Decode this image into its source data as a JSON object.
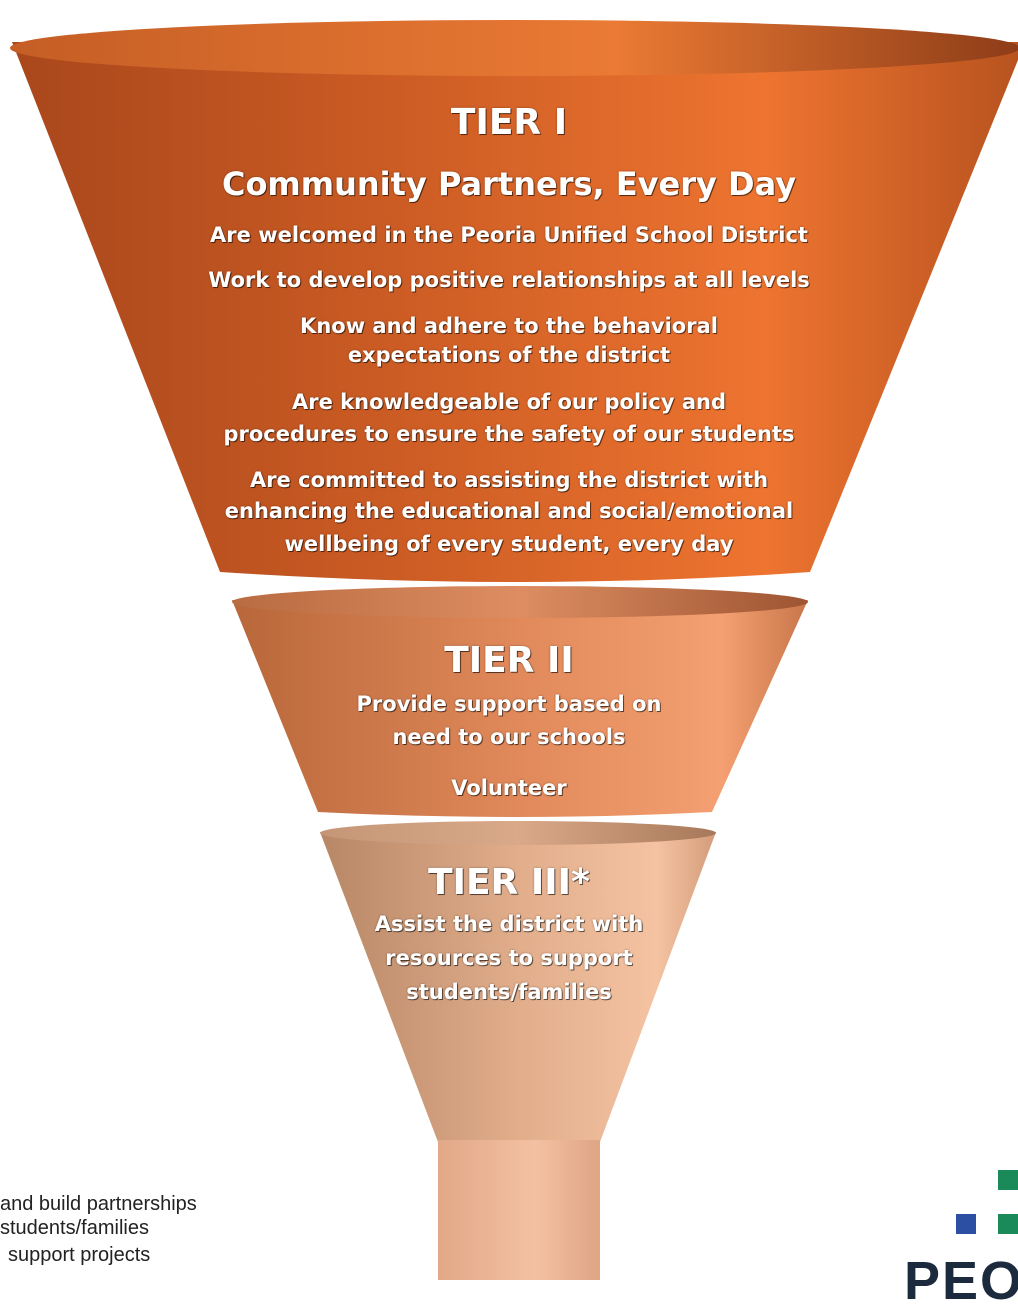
{
  "tier1": {
    "title": "TIER I",
    "subtitle": "Community Partners, Every Day",
    "items": [
      "Are welcomed in the Peoria Unified School District",
      "Work to develop positive relationships at all levels",
      "Know and adhere to the behavioral",
      "expectations of the district",
      "Are knowledgeable of our policy and",
      "procedures to ensure the safety of our students",
      "Are committed to assisting the district with",
      "enhancing the educational and social/emotional",
      "wellbeing of every student, every day"
    ]
  },
  "tier2": {
    "title": "TIER II",
    "items": [
      "Provide support based on",
      "need to our schools",
      "Volunteer"
    ]
  },
  "tier3": {
    "title": "TIER III*",
    "items": [
      "Assist the district with",
      "resources to support",
      "students/families"
    ]
  },
  "footnote": {
    "lines": [
      "and build partnerships",
      "students/families",
      "support projects"
    ]
  },
  "logo": {
    "text": "PEO",
    "colors": {
      "green": "#1a8a5a",
      "blue": "#2c4fa3",
      "navy": "#1b2a3c"
    }
  },
  "colors": {
    "tier1": "#e3682a",
    "tier2": "#dc8451",
    "tier3": "#eab38f"
  }
}
